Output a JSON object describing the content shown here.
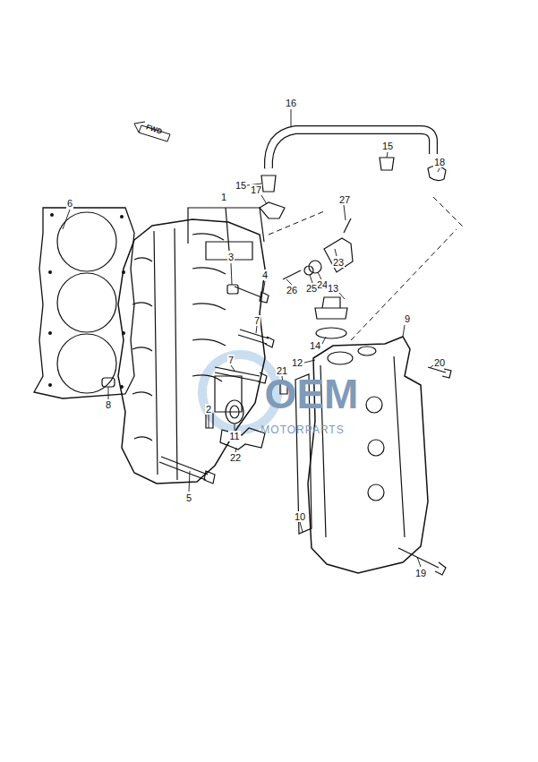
{
  "diagram": {
    "labels": [
      "FWD",
      "16",
      "15",
      "18",
      "17",
      "15",
      "27",
      "1",
      "6",
      "3",
      "4",
      "23",
      "24",
      "25",
      "26",
      "13",
      "14",
      "9",
      "7",
      "12",
      "7",
      "21",
      "20",
      "8",
      "2",
      "11",
      "22",
      "5",
      "10",
      "19",
      "OEM",
      "MOTORPARTS"
    ]
  }
}
